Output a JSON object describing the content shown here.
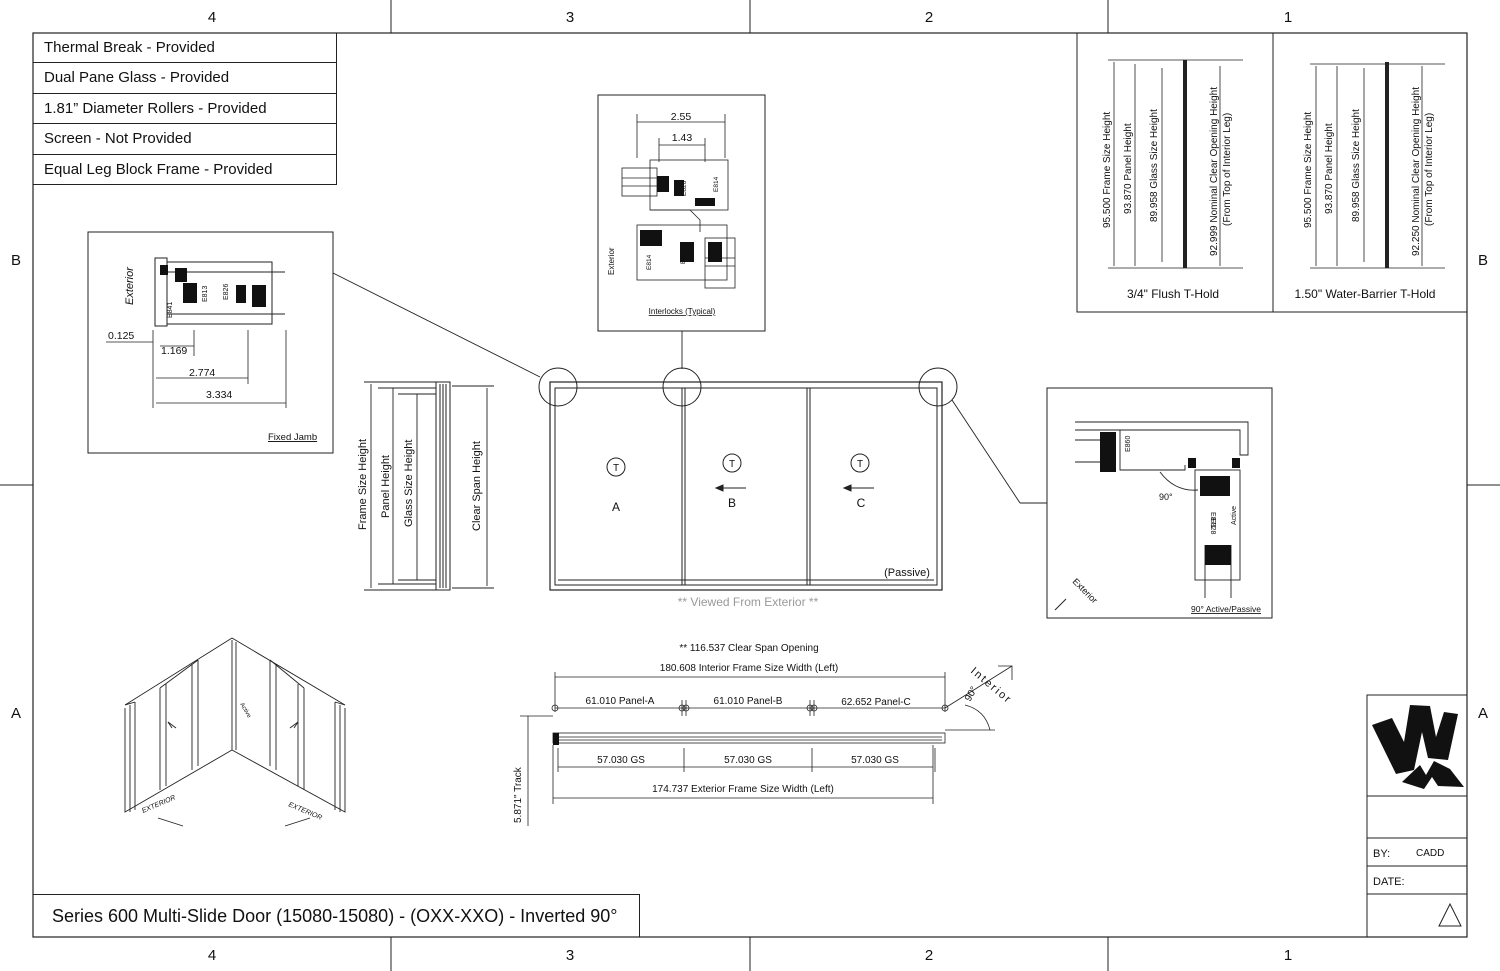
{
  "zones": {
    "columns": [
      "4",
      "3",
      "2",
      "1"
    ],
    "rows": [
      "B",
      "A"
    ]
  },
  "spec_list": [
    "Thermal Break - Provided",
    "Dual Pane Glass - Provided",
    "1.81” Diameter Rollers - Provided",
    "Screen - Not Provided",
    "Equal Leg Block Frame - Provided"
  ],
  "fixed_jamb": {
    "exterior": "Exterior",
    "parts": [
      "E841",
      "E813",
      "E826"
    ],
    "dims": [
      "0.125",
      "1.169",
      "2.774",
      "3.334"
    ],
    "caption": "Fixed Jamb"
  },
  "interlocks": {
    "dims": [
      "2.55",
      "1.43"
    ],
    "parts": [
      "E826",
      "E814",
      "E814",
      "E826"
    ],
    "exterior": "Exterior",
    "caption": "Interlocks (Typical)"
  },
  "threshold_flush": {
    "labels": [
      "95.500 Frame Size Height",
      "93.870 Panel Height",
      "89.958 Glass Size Height",
      "92.999 Nominal Clear Opening Height",
      "(From Top of Interior Leg)"
    ],
    "caption": "3/4\" Flush T-Hold"
  },
  "threshold_barrier": {
    "labels": [
      "95.500 Frame Size Height",
      "93.870 Panel Height",
      "89.958 Glass Size Height",
      "92.250 Nominal Clear Opening Height",
      "(From Top of Interior Leg)"
    ],
    "caption": "1.50\" Water-Barrier T-Hold"
  },
  "section_heights": [
    "Frame Size Height",
    "Panel Height",
    "Glass Size Height",
    "Clear Span Height"
  ],
  "elevation": {
    "panels": [
      "A",
      "B",
      "C"
    ],
    "tempered": "T",
    "passive": "(Passive)",
    "viewed": "** Viewed From Exterior **"
  },
  "corner_detail": {
    "parts": [
      "E860",
      "E871",
      "E828"
    ],
    "active": "Active",
    "angle": "90°",
    "exterior": "Exterior",
    "caption": "90° Active/Passive"
  },
  "iso": {
    "active": "Active",
    "exterior_left": "EXTERIOR",
    "exterior_right": "EXTERIOR"
  },
  "plan": {
    "clear_span": "** 116.537 Clear Span Opening",
    "interior_width": "180.608 Interior Frame Size Width (Left)",
    "panels": [
      "61.010 Panel-A",
      "61.010 Panel-B",
      "62.652 Panel-C"
    ],
    "glass": [
      "57.030 GS",
      "57.030 GS",
      "57.030 GS"
    ],
    "exterior_width": "174.737 Exterior Frame Size Width (Left)",
    "track": "5.871\" Track",
    "interior": "Interior",
    "angle": "90°"
  },
  "title_block": {
    "by_label": "BY:",
    "by_value": "CADD",
    "date_label": "DATE:"
  },
  "drawing_title": "Series 600 Multi-Slide Door (15080-15080) - (OXX-XXO) - Inverted 90°"
}
